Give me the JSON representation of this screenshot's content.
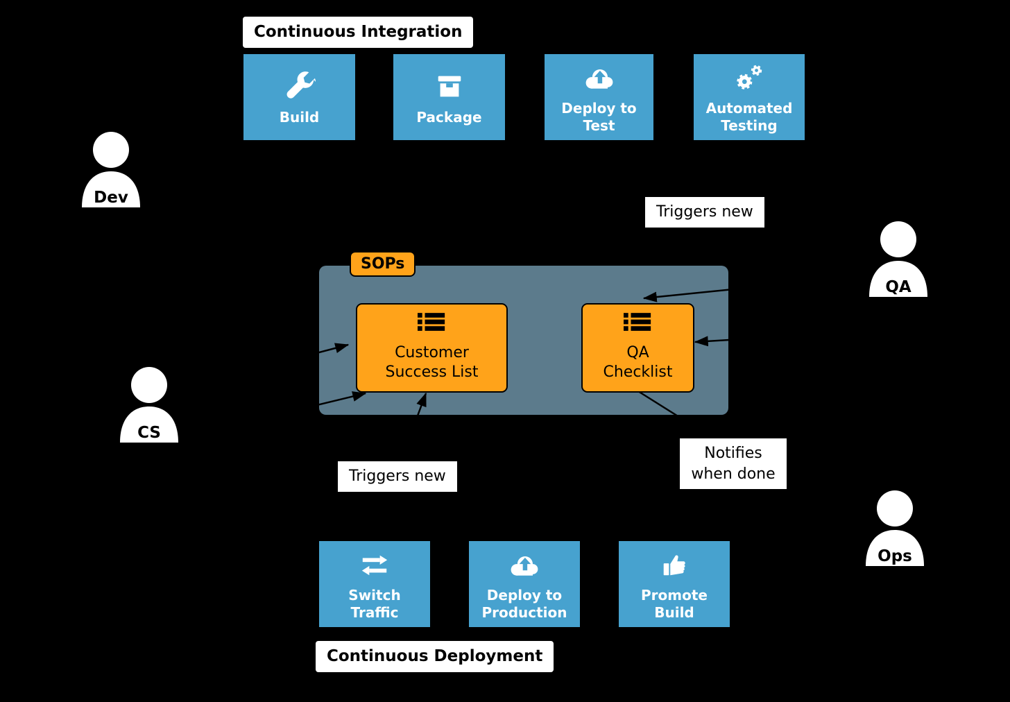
{
  "colors": {
    "background": "#000000",
    "process_blue": "#47A2CF",
    "sop_orange": "#FFA31A",
    "container_slate": "#5C7B8C",
    "arrow_black": "#000000"
  },
  "ci": {
    "title": "Continuous Integration",
    "steps": [
      {
        "label": "Build",
        "icon": "wrench-icon"
      },
      {
        "label": "Package",
        "icon": "package-box-icon"
      },
      {
        "label": "Deploy to Test",
        "icon": "cloud-upload-icon"
      },
      {
        "label": "Automated Testing",
        "icon": "gears-icon"
      }
    ]
  },
  "cd": {
    "title": "Continuous Deployment",
    "steps": [
      {
        "label": "Switch Traffic",
        "icon": "switch-arrows-icon"
      },
      {
        "label": "Deploy to Production",
        "icon": "cloud-upload-icon"
      },
      {
        "label": "Promote Build",
        "icon": "thumbs-up-icon"
      }
    ]
  },
  "sops": {
    "tag": "SOPs",
    "items": [
      {
        "label": "Customer Success List",
        "icon": "list-icon"
      },
      {
        "label": "QA Checklist",
        "icon": "list-icon"
      }
    ]
  },
  "actors": [
    {
      "label": "Dev"
    },
    {
      "label": "QA"
    },
    {
      "label": "CS"
    },
    {
      "label": "Ops"
    }
  ],
  "annotations": {
    "triggers_top": "Triggers new",
    "triggers_bottom": "Triggers new",
    "notifies": "Notifies when done"
  }
}
